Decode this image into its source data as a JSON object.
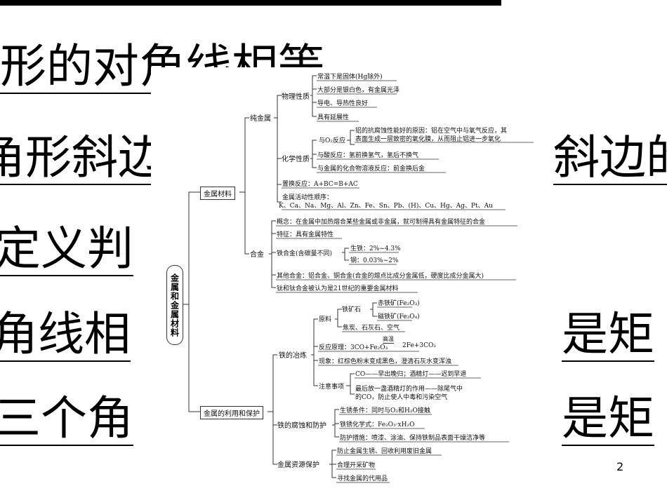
{
  "slide": {
    "lines": [
      "形的对角线相等",
      "角形斜边",
      "斜边的",
      "定义判",
      "角线相",
      "是矩",
      "三个角",
      "是矩"
    ],
    "page_number": "2"
  },
  "mindmap": {
    "root": "金属和金属材料",
    "l1_materials": "金属材料",
    "l1_use": "金属的利用和保护",
    "pure_metal": "纯金属",
    "physical": "物理性质",
    "phys_items": [
      "常温下是固体(Hg除外)",
      "大部分是银白色，有金属光泽",
      "导电、导热性良好",
      "具有延展性"
    ],
    "chemical": "化学性质",
    "o2_reaction": "与O₂反应",
    "al_note_1": "铝的抗腐蚀性能好的原因：铝在空气中与氧气反应，其",
    "al_note_2": "表面生成一层致密的氧化膜，从而阻止铝进一步氧化",
    "acid_reaction": "与酸反应：氢前换氢气，氢后不换气",
    "salt_reaction": "与金属的化合物溶液反应：前金换后金",
    "displacement": "置换反应：A+BC=B+AC",
    "activity_title": "金属活动性顺序：",
    "activity_series": "K、Ca、Na、Mg、Al、Zn、Fe、Sn、Pb、(H)、Cu、Hg、Ag、Pt、Au",
    "alloy": "合金",
    "alloy_concept": "概念：在金属中加热熔合某些金属或非金属，就可制得具有金属特征的合金",
    "alloy_feature": "特征：具有金属特性",
    "iron_alloy": "铁合金(含碳量不同)",
    "pig_iron": "生铁：2%~4.3%",
    "steel": "钢：0.03%~2%",
    "other_alloys": "其他合金：铝合金、铜合金(合金的熔点比成分金属低，硬度比成分金属大)",
    "titanium": "钛和钛合金被认为是21世纪的重要金属材料",
    "smelting": "铁的冶炼",
    "raw": "原料",
    "iron_ore": "铁矿石",
    "hematite": "赤铁矿(Fe₂O₃)",
    "magnetite": "磁铁矿(Fe₃O₄)",
    "raw_other": "焦炭、石灰石、空气",
    "reaction_principle": "反应原理：3CO+Fe₂O₃",
    "reaction_condition": "高温",
    "reaction_product": "2Fe+3CO₂",
    "phenomenon": "现象：红棕色粉末变成黑色，澄清石灰水变浑浊",
    "notes": "注意事项",
    "note_1": "CO——早出晚归；酒精灯——迟到早退",
    "note_2a": "最后放一盏酒精灯的作用——除尾气中",
    "note_2b": "的CO，防止使人中毒和污染空气",
    "corrosion": "铁的腐蚀和防护",
    "rust_cond": "生锈条件：同时与O₂和H₂O接触",
    "rust_formula": "铁锈化学式：Fe₂O₃·xH₂O",
    "protect": "防护措施：喷漆、涂油、保持铁制品表面干燥洁净等",
    "resources": "金属资源保护",
    "res_1": "防止金属生锈、回收利用废旧金属",
    "res_2": "合理开采矿物",
    "res_3": "寻找金属的代用品"
  }
}
